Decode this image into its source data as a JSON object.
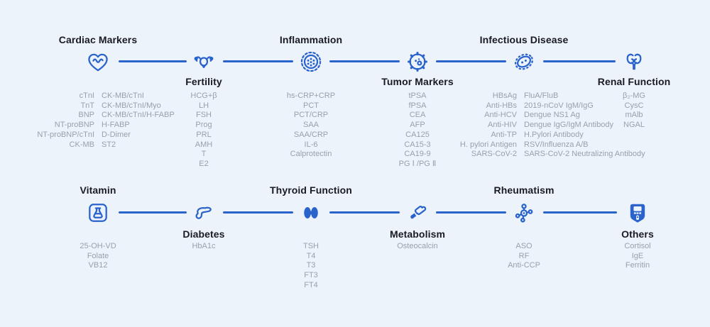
{
  "page": {
    "background": "#edf3fb",
    "accent": "#2a63cb",
    "title_color": "#1a1a22",
    "test_color": "#98a0ab"
  },
  "rows": [
    {
      "sections": [
        {
          "title": "Cardiac Markers",
          "title_position": "above",
          "icon": "heart-pulse-icon",
          "columns": {
            "left": [
              "cTnI",
              "TnT",
              "BNP",
              "NT-proBNP",
              "NT-proBNP/cTnI",
              "CK-MB"
            ],
            "right": [
              "CK-MB/cTnI",
              "CK-MB/cTnI/Myo",
              "CK-MB/cTnI/H-FABP",
              "H-FABP",
              "D-Dimer",
              "ST2"
            ]
          }
        },
        {
          "title": "Fertility",
          "title_position": "below",
          "icon": "uterus-icon",
          "tests": [
            "HCG+β",
            "LH",
            "FSH",
            "Prog",
            "PRL",
            "AMH",
            "T",
            "E2"
          ]
        },
        {
          "title": "Inflammation",
          "title_position": "above",
          "icon": "virus-icon",
          "tests": [
            "hs-CRP+CRP",
            "PCT",
            "PCT/CRP",
            "SAA",
            "SAA/CRP",
            "IL-6",
            "Calprotectin"
          ]
        },
        {
          "title": "Tumor Markers",
          "title_position": "below",
          "icon": "tumor-cell-icon",
          "tests": [
            "tPSA",
            "fPSA",
            "CEA",
            "AFP",
            "CA125",
            "CA15-3",
            "CA19-9",
            "PG Ⅰ /PG Ⅱ"
          ]
        },
        {
          "title": "Infectious Disease",
          "title_position": "above",
          "icon": "bacterium-icon",
          "columns": {
            "left": [
              "HBsAg",
              "Anti-HBs",
              "Anti-HCV",
              "Anti-HIV",
              "Anti-TP",
              "H. pylori Antigen",
              "SARS-CoV-2"
            ],
            "right": [
              "FluA/FluB",
              "2019-nCoV IgM/IgG",
              "Dengue NS1 Ag",
              "Dengue IgG/IgM Antibody",
              "H.Pylori Antibody",
              "RSV/Influenza A/B",
              "SARS-CoV-2 Neutralizing Antibody"
            ]
          }
        },
        {
          "title": "Renal Function",
          "title_position": "below",
          "icon": "kidneys-icon",
          "tests": [
            "β₂-MG",
            "CysC",
            "mAlb",
            "NGAL"
          ]
        }
      ]
    },
    {
      "sections": [
        {
          "title": "Vitamin",
          "title_position": "above",
          "icon": "flask-icon",
          "tests": [
            "25-OH-VD",
            "Folate",
            "VB12"
          ]
        },
        {
          "title": "Diabetes",
          "title_position": "below",
          "icon": "pancreas-icon",
          "tests": [
            "HbA1c"
          ]
        },
        {
          "title": "Thyroid Function",
          "title_position": "above",
          "icon": "thyroid-icon",
          "tests": [
            "TSH",
            "T4",
            "T3",
            "FT3",
            "FT4"
          ]
        },
        {
          "title": "Metabolism",
          "title_position": "below",
          "icon": "bone-joint-icon",
          "tests": [
            "Osteocalcin"
          ]
        },
        {
          "title": "Rheumatism",
          "title_position": "above",
          "icon": "molecule-icon",
          "tests": [
            "ASO",
            "RF",
            "Anti-CCP"
          ]
        },
        {
          "title": "Others",
          "title_position": "below",
          "icon": "analyzer-device-icon",
          "tests": [
            "Cortisol",
            "IgE",
            "Ferritin"
          ]
        }
      ]
    }
  ]
}
